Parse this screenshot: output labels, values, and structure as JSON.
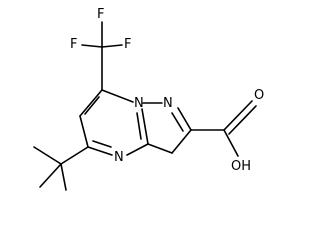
{
  "molecule": {
    "atoms": {
      "f_left": "F",
      "f_top": "F",
      "f_right": "F",
      "n_bridge": "N",
      "n_pyrazole": "N",
      "n_pyrimidine": "N",
      "o_carbonyl": "O",
      "o_hydroxyl": "OH"
    }
  },
  "colors": {
    "ink": "#000000",
    "background": "#ffffff"
  }
}
